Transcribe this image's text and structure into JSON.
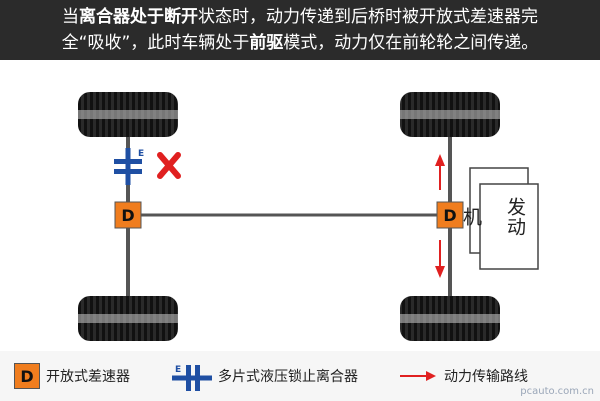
{
  "banner": {
    "line1_a": "当",
    "line1_b": "离合器处于断开",
    "line1_c": "状态时，动力传递到后桥时被开放式差速器完",
    "line2_a": "全“吸收”，此时车辆处于",
    "line2_b": "前驱",
    "line2_c": "模式，动力仅在前轮轮之间传递。"
  },
  "diagram": {
    "diff_left_label": "D",
    "diff_right_label": "D",
    "clutch_mark": "E",
    "engine_label": "发动机"
  },
  "legend": {
    "diff_box": "D",
    "diff_text": "开放式差速器",
    "clutch_mark": "E",
    "clutch_text": "多片式液压锁止离合器",
    "arrow_text": "动力传输路线"
  },
  "watermark": "pcauto.com.cn",
  "colors": {
    "banner_bg": "#2b2b2b",
    "diff_orange": "#f07d1e",
    "clutch_blue": "#1f4fa3",
    "arrow_red": "#e02020"
  }
}
